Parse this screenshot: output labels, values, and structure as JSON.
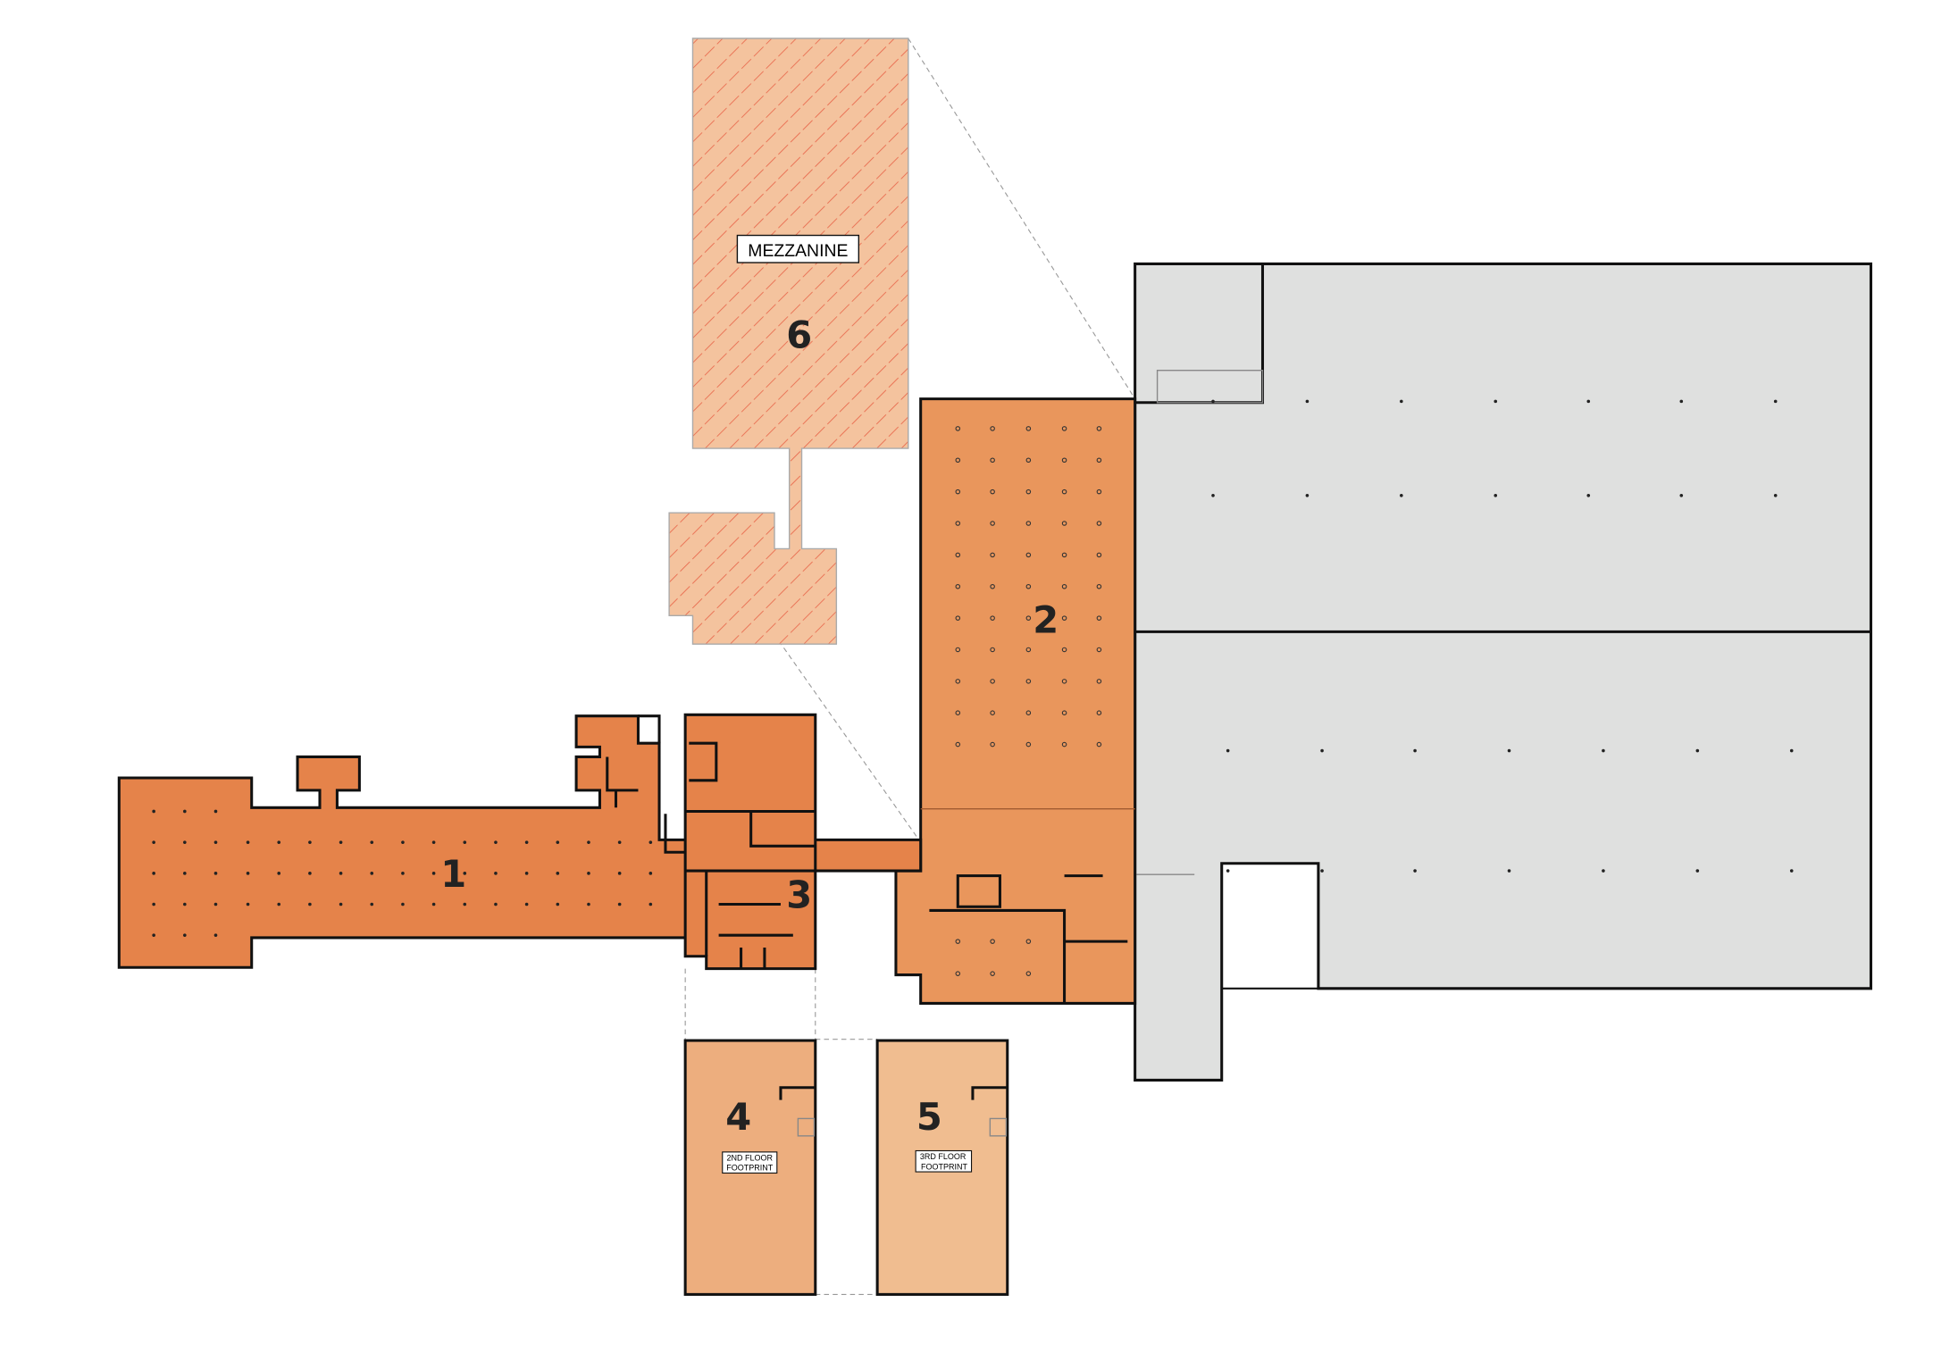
{
  "colors": {
    "building_1": "#e5834a",
    "building_2": "#e9965c",
    "building_3": "#e5834a",
    "floor_2": "#edae7e",
    "floor_3": "#f0bd90",
    "mezzanine_fill": "#f4c39e",
    "mezzanine_hatch": "#e8664a",
    "other_building": "#dfe0df"
  },
  "areas": [
    {
      "number": "1"
    },
    {
      "number": "2"
    },
    {
      "number": "3"
    },
    {
      "number": "4",
      "tag_line1": "2ND FLOOR",
      "tag_line2": "FOOTPRINT"
    },
    {
      "number": "5",
      "tag_line1": "3RD FLOOR",
      "tag_line2": "FOOTPRINT"
    },
    {
      "number": "6",
      "tag": "MEZZANINE"
    }
  ]
}
